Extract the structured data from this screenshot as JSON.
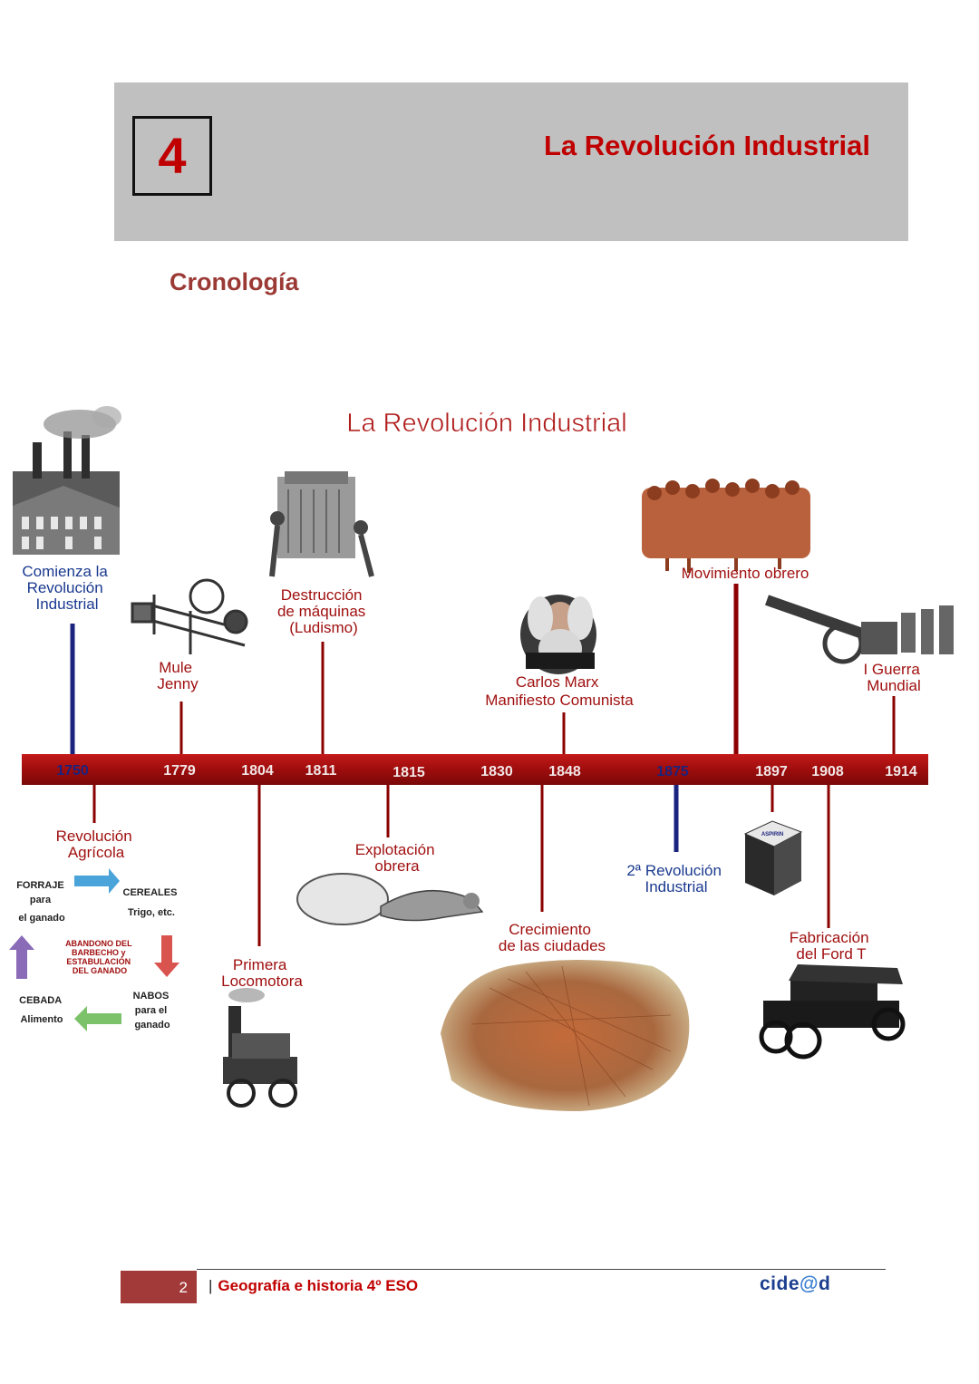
{
  "header": {
    "unit_number": "4",
    "unit_title": "La Revolución Industrial"
  },
  "section_title": "Cronología",
  "timeline": {
    "title": "La Revolución Industrial",
    "years": [
      "1750",
      "1779",
      "1804",
      "1811",
      "1815",
      "1830",
      "1848",
      "1875",
      "1897",
      "1908",
      "1914"
    ],
    "events_above": [
      {
        "lines": [
          "Comienza la",
          "Revolución",
          "Industrial"
        ],
        "year": "1750",
        "accent": "#1a237e"
      },
      {
        "lines": [
          "Mule",
          "Jenny"
        ],
        "year": "1779",
        "accent": "#8b0000"
      },
      {
        "lines": [
          "Destrucción",
          "de máquinas",
          "(Ludismo)"
        ],
        "year": "1811",
        "accent": "#8b0000"
      },
      {
        "lines": [
          "Carlos Marx",
          "Manifiesto Comunista"
        ],
        "year": "1848",
        "accent": "#8b0000"
      },
      {
        "lines": [
          "Movimiento obrero"
        ],
        "year": "1897",
        "accent": "#8b0000"
      },
      {
        "lines": [
          "I Guerra",
          "Mundial"
        ],
        "year": "1914",
        "accent": "#8b0000"
      }
    ],
    "events_below": [
      {
        "lines": [
          "Revolución",
          "Agrícola"
        ],
        "year": "1750",
        "accent": "#8b0000"
      },
      {
        "lines": [
          "Primera",
          "Locomotora"
        ],
        "year": "1804",
        "accent": "#8b0000"
      },
      {
        "lines": [
          "Explotación",
          "obrera"
        ],
        "year": "1815",
        "accent": "#8b0000"
      },
      {
        "lines": [
          "Crecimiento",
          "de las ciudades"
        ],
        "year": "1848",
        "accent": "#8b0000"
      },
      {
        "lines": [
          "2ª Revolución",
          "Industrial"
        ],
        "year": "1875",
        "accent": "#1a237e"
      },
      {
        "lines": [
          "Fabricación",
          "del Ford T"
        ],
        "year": "1908",
        "accent": "#8b0000"
      }
    ],
    "agricultural_cycle": {
      "forraje": [
        "FORRAJE",
        "para",
        "el ganado"
      ],
      "cereales": [
        "CEREALES",
        "Trigo, etc."
      ],
      "center": [
        "ABANDONO DEL",
        "BARBECHO y",
        "ESTABULACIÓN",
        "DEL GANADO"
      ],
      "cebada": [
        "CEBADA",
        "Alimento"
      ],
      "nabos": [
        "NABOS",
        "para el",
        "ganado"
      ]
    },
    "aspirin_label": "ASPIRIN"
  },
  "footer": {
    "page_number": "2",
    "text": "Geografía e historia 4º ESO",
    "logo_left": "cide",
    "logo_at": "@",
    "logo_right": "d"
  },
  "colors": {
    "header_band": "#c0c0c0",
    "accent_red": "#c00000",
    "timeline_bar": "#a80f0f",
    "blue_marker": "#1a237e"
  }
}
